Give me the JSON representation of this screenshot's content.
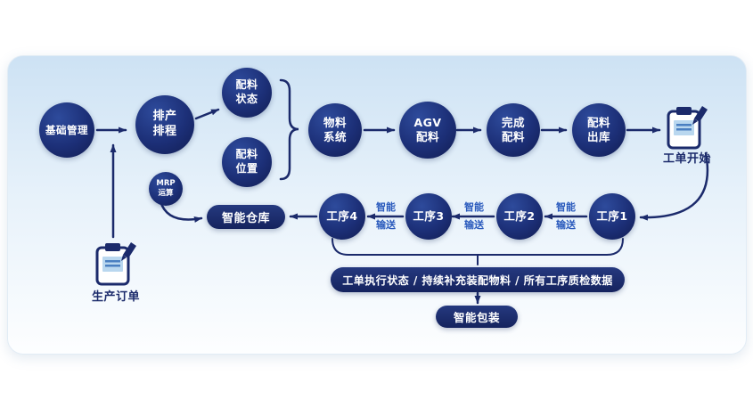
{
  "colors": {
    "node_navy": "#1b2a6b",
    "accent_blue": "#2b5bbd",
    "panel_top": "#cde2f4",
    "panel_bottom": "#fdfeff"
  },
  "nodes": {
    "basic": "基础管理",
    "schedule": "排产\n排程",
    "mrp": "MRP\n运算",
    "material_status": "配料\n状态",
    "material_location": "配料\n位置",
    "material_system": "物料\n系统",
    "agv": "AGV\n配料",
    "complete": "完成\n配料",
    "outbound": "配料\n出库",
    "process1": "工序1",
    "process2": "工序2",
    "process3": "工序3",
    "process4": "工序4"
  },
  "badges": {
    "warehouse": "智能仓库",
    "status_bar": "工单执行状态 / 持续补充装配物料 / 所有工序质检数据",
    "packing": "智能包装"
  },
  "labels": {
    "order_start": "工单开始",
    "production_order": "生产订单",
    "convey": "智能\n输送"
  }
}
